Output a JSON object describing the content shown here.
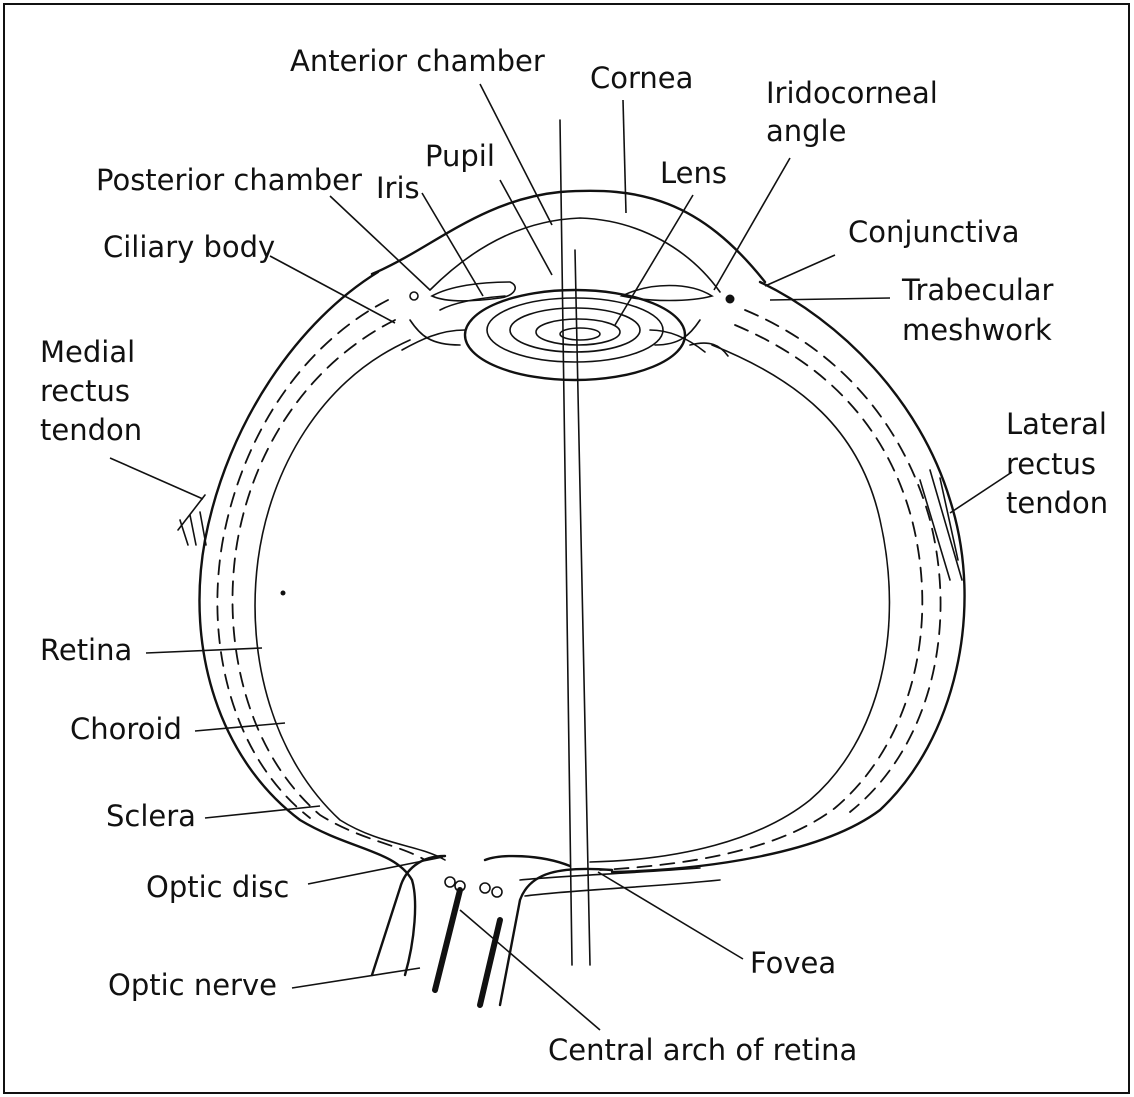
{
  "labels": {
    "anterior_chamber": "Anterior chamber",
    "cornea": "Cornea",
    "iridocorneal_1": "Iridocorneal",
    "iridocorneal_2": "angle",
    "pupil": "Pupil",
    "lens": "Lens",
    "posterior_chamber": "Posterior chamber",
    "iris": "Iris",
    "ciliary_body": "Ciliary body",
    "conjunctiva": "Conjunctiva",
    "trabecular_1": "Trabecular",
    "trabecular_2": "meshwork",
    "medial_1": "Medial",
    "medial_2": "rectus",
    "medial_3": "tendon",
    "lateral_1": "Lateral",
    "lateral_2": "rectus",
    "lateral_3": "tendon",
    "retina": "Retina",
    "choroid": "Choroid",
    "sclera": "Sclera",
    "optic_disc": "Optic disc",
    "optic_nerve": "Optic nerve",
    "fovea": "Fovea",
    "central_arch": "Central arch of retina"
  },
  "colors": {
    "ink": "#111111",
    "background": "#ffffff"
  }
}
